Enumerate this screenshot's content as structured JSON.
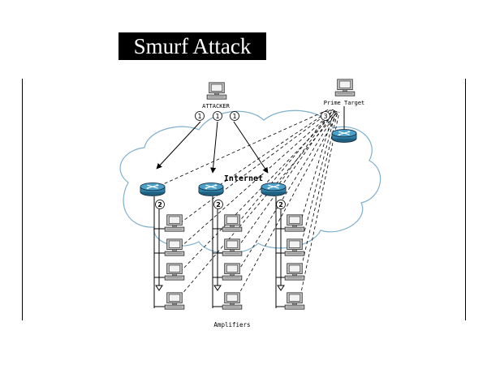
{
  "title": "Smurf Attack",
  "labels": {
    "attacker": "ATTACKER",
    "prime_target": "Prime Target",
    "internet": "Internet",
    "amplifiers": "Amplifiers"
  },
  "step_markers": {
    "attacker_steps": [
      "1",
      "1",
      "1"
    ],
    "target_step": "3",
    "router_steps": [
      "2",
      "2",
      "2"
    ]
  },
  "icons": {
    "workstation": "computer-icon",
    "router": "router-icon",
    "cloud": "internet-cloud"
  },
  "colors": {
    "title_bg": "#000000",
    "title_text": "#ffffff",
    "router_fill": "#2f7fa6",
    "cloud_stroke": "#7fb0cc",
    "computer_body": "#c8c8c8",
    "screen": "#f2f2f2"
  }
}
